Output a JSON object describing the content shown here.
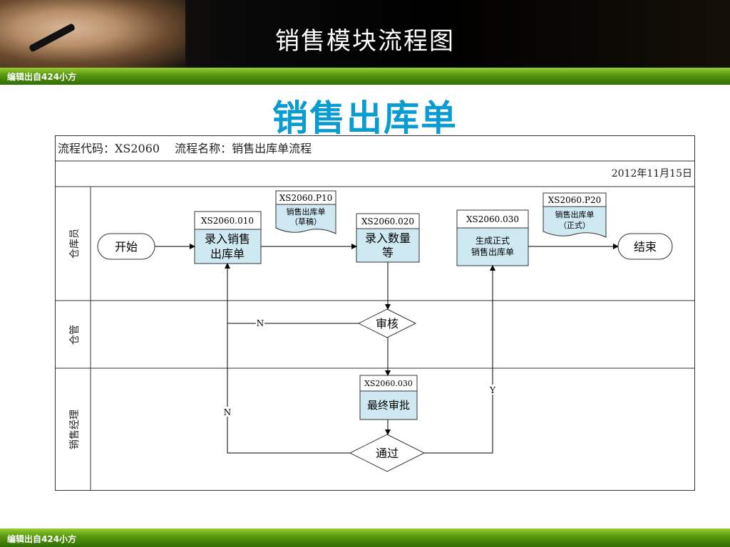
{
  "header": {
    "title": "销售模块流程图"
  },
  "banner": {
    "top_text": "编辑出自424小方",
    "bottom_text": "编辑出自424小方"
  },
  "subtitle": "销售出库单",
  "diagram": {
    "flow_code_line": "流程代码：XS2060　 流程名称：销售出库单流程",
    "date": "2012年11月15日",
    "lanes": [
      "仓库员",
      "仓管",
      "销售经理"
    ],
    "start": "开始",
    "end": "结束",
    "steps": {
      "step1": {
        "code": "XS2060.010",
        "label1": "录入销售",
        "label2": "出库单"
      },
      "step2": {
        "code": "XS2060.020",
        "label1": "录入数量",
        "label2": "等"
      },
      "step3": {
        "code": "XS2060.030",
        "label1": "生成正式",
        "label2": "销售出库单"
      },
      "step4": {
        "code": "XS2060.030",
        "label1": "最终审批"
      }
    },
    "docs": {
      "doc1": {
        "code": "XS2060.P10",
        "label1": "销售出库单",
        "label2": "（草稿）"
      },
      "doc2": {
        "code": "XS2060.P20",
        "label1": "销售出库单",
        "label2": "（正式）"
      }
    },
    "decisions": {
      "review": "审核",
      "pass": "通过"
    },
    "branch_labels": {
      "review_no": "N",
      "pass_no": "N",
      "pass_yes": "Y"
    }
  }
}
